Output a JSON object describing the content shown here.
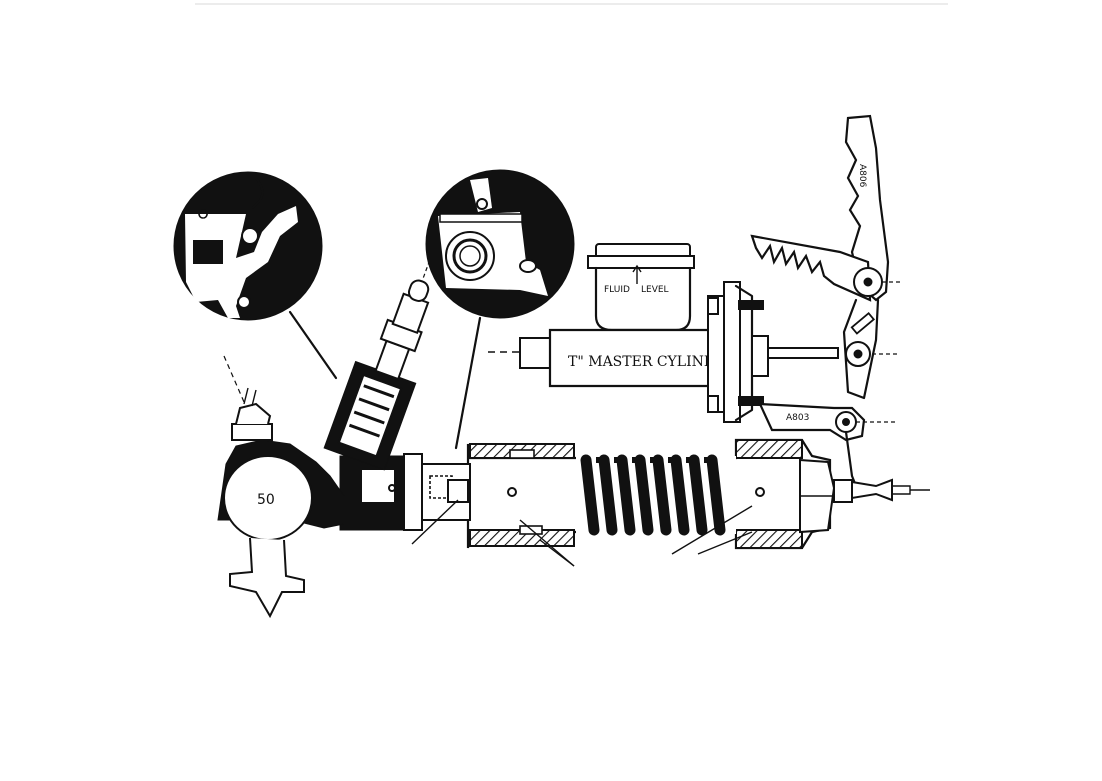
{
  "figure": {
    "reservoir": {
      "fluid_label": "FLUID",
      "level_label": "LEVEL"
    },
    "cylinder_label": "T\" MASTER CYLINDER",
    "pedal_top_label": "A806",
    "pedal_lower_label": "A803",
    "valve_number": "50"
  },
  "colors": {
    "ink": "#111111",
    "paper": "#ffffff"
  }
}
